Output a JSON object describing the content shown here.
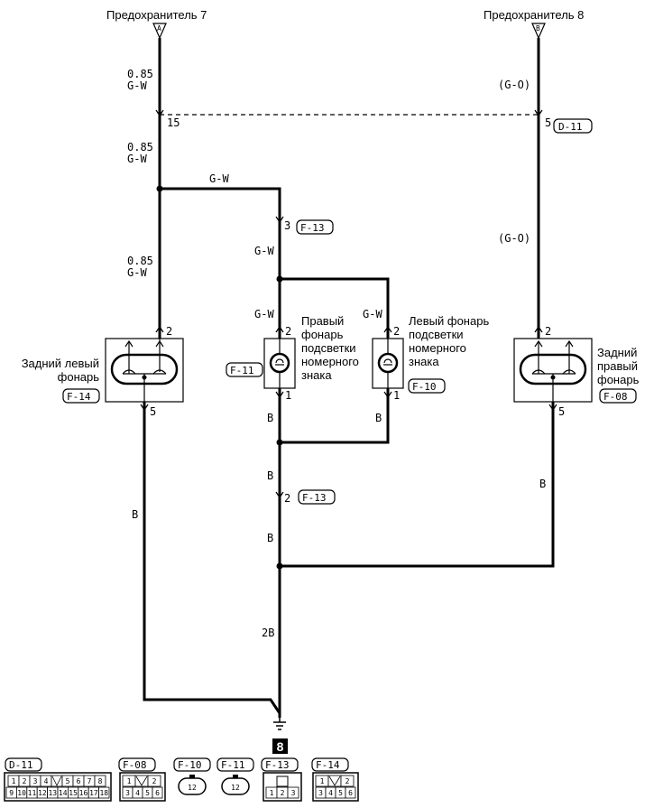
{
  "fuses": {
    "left": {
      "label": "Предохранитель 7",
      "letter": "A"
    },
    "right": {
      "label": "Предохранитель 8",
      "letter": "B"
    }
  },
  "wires": {
    "left_upper_size": "0.85",
    "left_upper_color": "G-W",
    "left_mid_size": "0.85",
    "left_mid_color": "G-W",
    "left_low_size": "0.85",
    "left_low_color": "G-W",
    "branch_color": "G-W",
    "center_color": "G-W",
    "lamp_r_color": "G-W",
    "lamp_l_color": "G-W",
    "right_upper_color": "(G-O)",
    "right_mid_color": "(G-O)",
    "b_left": "B",
    "b_lamp_r": "B",
    "b_lamp_l": "B",
    "b_center1": "B",
    "b_center2": "B",
    "b_right": "B",
    "ground_wire": "2B"
  },
  "pins": {
    "p15": "15",
    "p5_d11": "5",
    "p3_f13": "3",
    "p2_f13": "2",
    "tl_2": "2",
    "tl_5": "5",
    "tr_2": "2",
    "tr_5": "5",
    "lr_2": "2",
    "lr_1": "1",
    "ll_2": "2",
    "ll_1": "1"
  },
  "connectors": {
    "d11": "D-11",
    "f13_top": "F-13",
    "f13_mid": "F-13",
    "f14": "F-14",
    "f08": "F-08",
    "f11": "F-11",
    "f10": "F-10"
  },
  "components": {
    "tail_left": {
      "line1": "Задний левый",
      "line2": "фонарь"
    },
    "tail_right": {
      "line1": "Задний",
      "line2": "правый",
      "line3": "фонарь"
    },
    "plate_right": {
      "line1": "Правый",
      "line2": "фонарь",
      "line3": "подсветки",
      "line4": "номерного",
      "line5": "знака"
    },
    "plate_left": {
      "line1": "Левый фонарь",
      "line2": "подсветки",
      "line3": "номерного",
      "line4": "знака"
    }
  },
  "ground": {
    "number": "8"
  },
  "legend": {
    "d11": {
      "label": "D-11",
      "row1": [
        "1",
        "2",
        "3",
        "4",
        "",
        "5",
        "6",
        "7",
        "8"
      ],
      "row2": [
        "9",
        "10",
        "11",
        "12",
        "13",
        "14",
        "15",
        "16",
        "17",
        "18"
      ]
    },
    "f08": {
      "label": "F-08",
      "row1": [
        "1",
        "",
        "2"
      ],
      "row2": [
        "3",
        "4",
        "5",
        "6"
      ]
    },
    "f10": {
      "label": "F-10",
      "pins": "12"
    },
    "f11": {
      "label": "F-11",
      "pins": "12"
    },
    "f13": {
      "label": "F-13",
      "row2": [
        "1",
        "2",
        "3"
      ]
    },
    "f14": {
      "label": "F-14",
      "row1": [
        "1",
        "",
        "2"
      ],
      "row2": [
        "3",
        "4",
        "5",
        "6"
      ]
    }
  }
}
